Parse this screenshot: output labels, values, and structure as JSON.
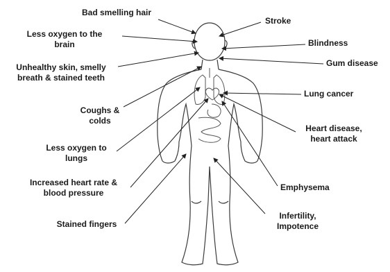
{
  "labels": {
    "bad_smelling_hair": "Bad smelling hair",
    "stroke": "Stroke",
    "less_oxygen_brain_1": "Less oxygen to the",
    "less_oxygen_brain_2": "brain",
    "blindness": "Blindness",
    "unhealthy_skin_1": "Unhealthy skin, smelly",
    "unhealthy_skin_2": "breath & stained teeth",
    "gum_disease": "Gum disease",
    "lung_cancer": "Lung cancer",
    "coughs_1": "Coughs &",
    "coughs_2": "colds",
    "heart_disease_1": "Heart disease,",
    "heart_disease_2": "heart attack",
    "less_oxygen_lungs_1": "Less oxygen to",
    "less_oxygen_lungs_2": "lungs",
    "increased_heart_1": "Increased heart rate &",
    "increased_heart_2": "blood pressure",
    "emphysema": "Emphysema",
    "infertility_1": "Infertility,",
    "infertility_2": "Impotence",
    "stained_fingers": "Stained fingers"
  }
}
